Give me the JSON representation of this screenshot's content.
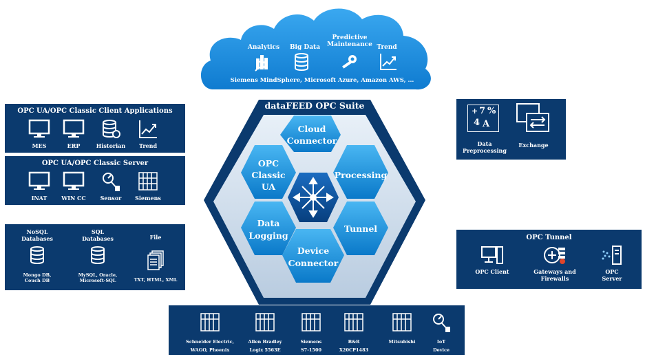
{
  "cloud": {
    "items": [
      {
        "label": "Analytics",
        "icon": "analytics-icon"
      },
      {
        "label": "Big Data",
        "icon": "database-icon"
      },
      {
        "label": "Predictive\nMaintenance",
        "icon": "wrench-gear-icon"
      },
      {
        "label": "Trend",
        "icon": "trend-chart-icon"
      }
    ],
    "footer": "Siemens MindSphere, Microsoft Azure, Amazon AWS, ..."
  },
  "suite": {
    "title": "dataFEED OPC Suite",
    "hexes": {
      "cloud": "Cloud\nConnector",
      "opc": "OPC\nClassic\nUA",
      "processing": "Processing",
      "logging": "Data\nLogging",
      "tunnel": "Tunnel",
      "device": "Device\nConnector"
    }
  },
  "client_apps": {
    "title": "OPC UA/OPC Classic Client Applications",
    "items": [
      {
        "label": "MES",
        "icon": "monitor-icon"
      },
      {
        "label": "ERP",
        "icon": "monitor-icon"
      },
      {
        "label": "Historian",
        "icon": "database-clock-icon"
      },
      {
        "label": "Trend",
        "icon": "trend-chart-icon"
      }
    ]
  },
  "server": {
    "title": "OPC UA/OPC Classic Server",
    "items": [
      {
        "label": "INAT",
        "icon": "monitor-icon"
      },
      {
        "label": "WIN CC",
        "icon": "monitor-icon"
      },
      {
        "label": "Sensor",
        "icon": "sensor-icon"
      },
      {
        "label": "Siemens",
        "icon": "plc-icon"
      }
    ]
  },
  "databases": {
    "items": [
      {
        "title": "NoSQL\nDatabases",
        "label": "Mongo DB,\nCouch DB",
        "icon": "database-icon"
      },
      {
        "title": "SQL\nDatabases",
        "label": "MySQL, Oracle,\nMicrosoft-SQL",
        "icon": "database-icon"
      },
      {
        "title": "File",
        "label": "TXT, HTML, XML",
        "icon": "file-stack-icon"
      }
    ]
  },
  "preprocessing": {
    "items": [
      {
        "label": "Data\nPreprocessing",
        "icon": "calculation-icon"
      },
      {
        "label": "Exchange",
        "icon": "exchange-icon"
      }
    ],
    "symbols": [
      "+",
      "7",
      "%",
      "4",
      "A"
    ]
  },
  "tunnel_panel": {
    "title": "OPC Tunnel",
    "items": [
      {
        "label": "OPC Client",
        "icon": "computer-icon"
      },
      {
        "label": "Gateways and\nFirewalls",
        "icon": "firewall-icon"
      },
      {
        "label": "OPC\nServer",
        "icon": "server-icon"
      }
    ]
  },
  "devices": {
    "items": [
      {
        "label": "Schneider Electric,\nWAGO, Phoenix",
        "icon": "plc-icon"
      },
      {
        "label": "Allen Bradley\nLogix 5563E",
        "icon": "plc-icon"
      },
      {
        "label": "Siemens\nS7-1500",
        "icon": "plc-icon"
      },
      {
        "label": "B&R\nX20CP1483",
        "icon": "plc-icon"
      },
      {
        "label": "Mitsubishi",
        "icon": "plc-icon"
      },
      {
        "label": "IoT\nDevice",
        "icon": "sensor-icon"
      }
    ]
  },
  "colors": {
    "panel": "#0b3a6e",
    "hex_light": "#2a9fe6",
    "hex_dark": "#0a4f96",
    "cloud": "#1e90e0"
  }
}
